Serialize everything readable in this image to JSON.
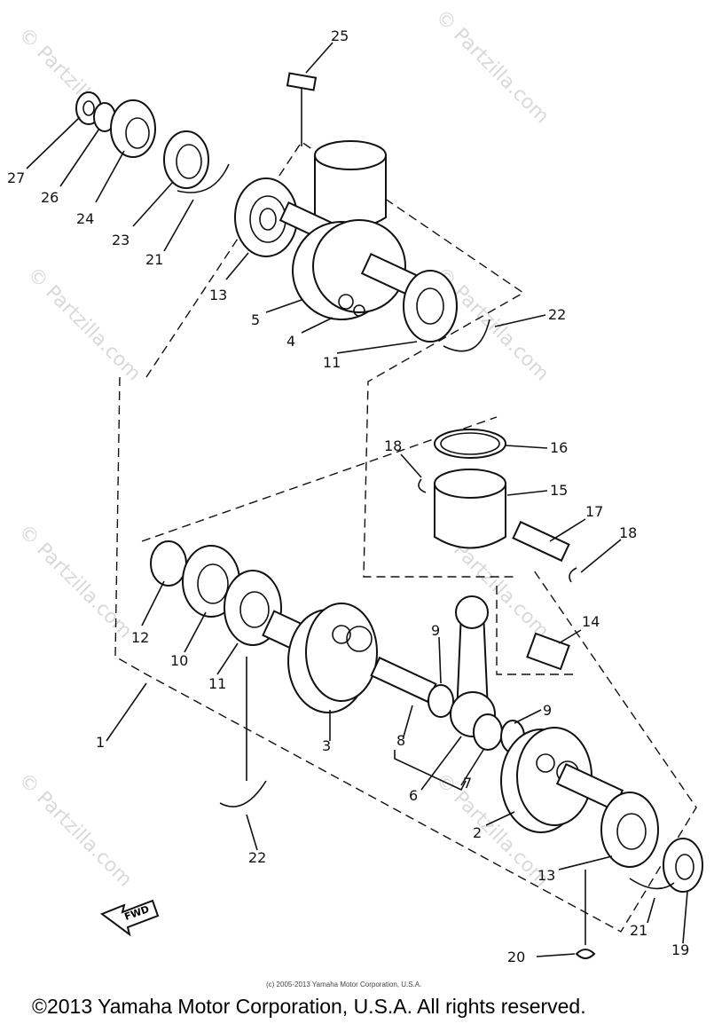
{
  "watermark": "© Partzilla.com",
  "direction_label": "FWD",
  "small_credit": "(c) 2005-2013 Yamaha Motor Corporation, U.S.A.",
  "copyright": "©2013 Yamaha Motor Corporation, U.S.A. All rights reserved.",
  "callouts": [
    "25",
    "27",
    "26",
    "24",
    "23",
    "21",
    "13",
    "5",
    "4",
    "11",
    "22",
    "18",
    "16",
    "15",
    "17",
    "18",
    "12",
    "10",
    "11",
    "9",
    "14",
    "1",
    "3",
    "8",
    "6",
    "7",
    "9",
    "2",
    "22",
    "13",
    "21",
    "19",
    "20"
  ]
}
